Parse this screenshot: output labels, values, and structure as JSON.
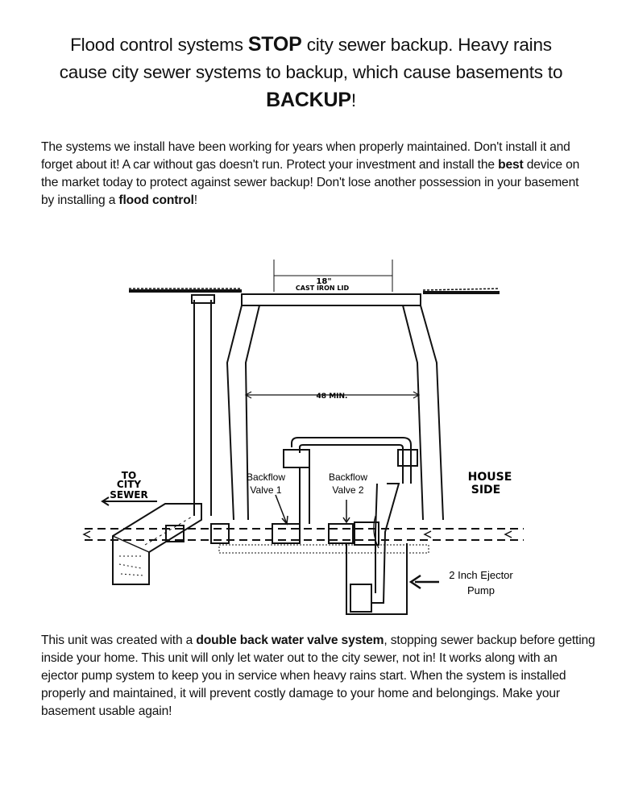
{
  "headline": {
    "line1_a": "Flood control systems ",
    "line1_b": "STOP",
    "line1_c": " city sewer backup.  Heavy rains",
    "line2": "cause city sewer systems to backup, which cause basements to",
    "line3_a": "BACKUP",
    "line3_b": "!"
  },
  "intro": {
    "t1": "The systems we install have been working for years when properly maintained. Don't install it and forget about it!  A car without gas doesn't run.  Protect your investment and install the ",
    "bold1": "best",
    "t2": " device on the market today to protect against sewer backup!  Don't lose another possession in your basement by installing a ",
    "bold2": "flood control",
    "t3": "!"
  },
  "diagram": {
    "lid_width": "18\"",
    "lid_label": "CAST IRON LID",
    "pit_width": "48 MIN.",
    "to_city_sewer_1": "TO",
    "to_city_sewer_2": "CITY",
    "to_city_sewer_3": "SEWER",
    "house_side_1": "HOUSE",
    "house_side_2": "SIDE",
    "valve1_line1": "Backflow",
    "valve1_line2": "Valve 1",
    "valve2_line1": "Backflow",
    "valve2_line2": "Valve 2",
    "pump_line1": "2 Inch Ejector",
    "pump_line2": "Pump"
  },
  "closing": {
    "t1": "This unit was created with a ",
    "bold1": "double back water valve system",
    "t2": ", stopping sewer backup before getting inside your home.  This unit will only let water out to the city sewer, not in!  It works along with an ejector pump system to keep you in service when heavy rains start.  When the system is installed properly and maintained, it will prevent costly damage to your home and belongings.  Make your basement usable again!"
  }
}
